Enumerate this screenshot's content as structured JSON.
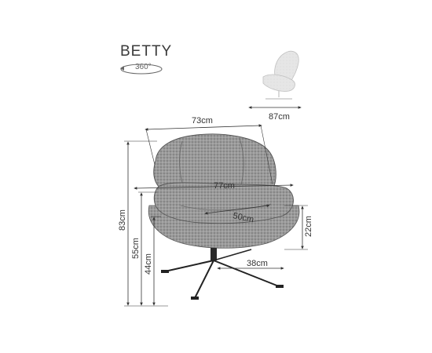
{
  "product": {
    "name": "BETTY",
    "rotation_label": "360°"
  },
  "dimensions": {
    "width": "73cm",
    "depth": "87cm",
    "seat_width": "77cm",
    "seat_depth": "50cm",
    "armrest_height": "22cm",
    "total_height": "83cm",
    "seat_height_max": "55cm",
    "seat_height_min": "44cm",
    "base_radius": "38cm"
  },
  "colors": {
    "line": "#333333",
    "fabric": "#8a8a8a",
    "fabric_dark": "#5e5e5e",
    "leg": "#222222"
  }
}
